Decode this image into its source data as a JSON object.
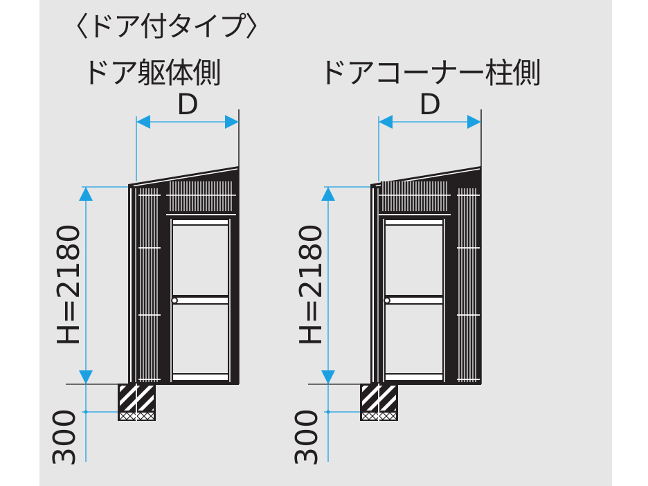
{
  "heading": "〈ドア付タイプ〉",
  "diagrams": [
    {
      "title": "ドア躯体側",
      "depth_label": "D",
      "height_label": "H=2180",
      "footing_label": "300",
      "door_position": "left"
    },
    {
      "title": "ドアコーナー柱側",
      "depth_label": "D",
      "height_label": "H=2180",
      "footing_label": "300",
      "door_position": "right"
    }
  ],
  "colors": {
    "dimension": "#1ba1e2",
    "ink": "#231f20",
    "background": "#e6e6e7"
  }
}
